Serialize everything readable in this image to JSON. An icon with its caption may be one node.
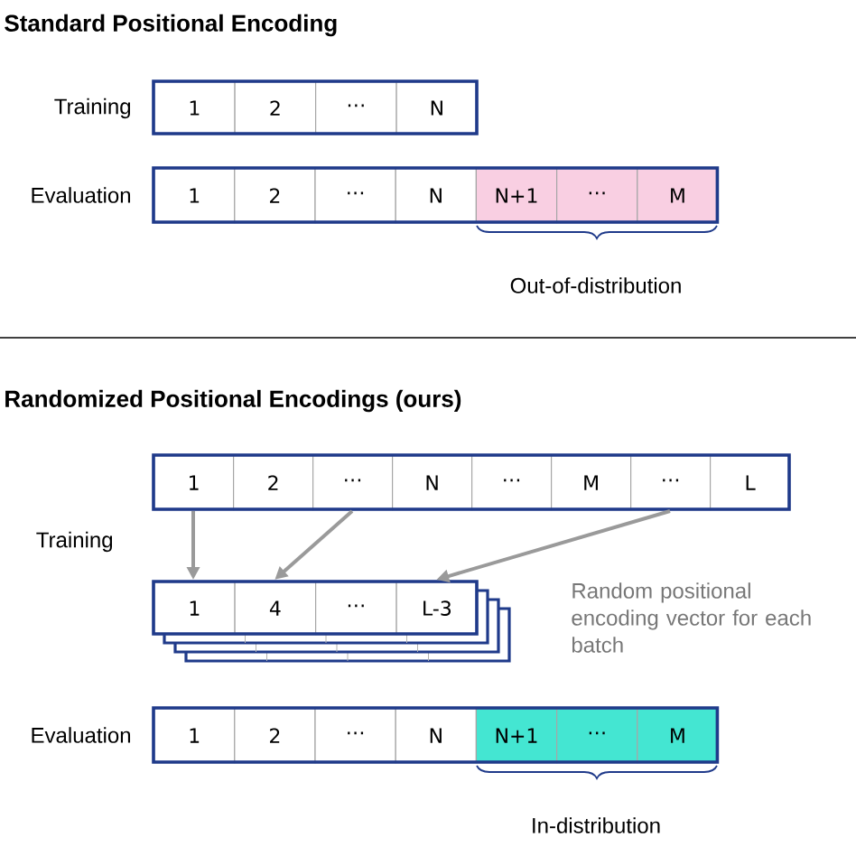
{
  "diagram": {
    "nodes": [
      {
        "text": [
          "1"
        ]
      },
      {
        "text": [
          "2"
        ]
      },
      {
        "text": [
          "⋯"
        ]
      },
      {
        "text": [
          "N"
        ]
      },
      {
        "text": [
          "1"
        ]
      },
      {
        "text": [
          "2"
        ]
      },
      {
        "text": [
          "⋯"
        ]
      },
      {
        "text": [
          "N"
        ]
      },
      {
        "text": [
          "N+1"
        ]
      },
      {
        "text": [
          "⋯"
        ]
      },
      {
        "text": [
          "M"
        ]
      },
      {
        "text": [
          "1"
        ]
      },
      {
        "text": [
          "2"
        ]
      },
      {
        "text": [
          "⋯"
        ]
      },
      {
        "text": [
          "N"
        ]
      },
      {
        "text": [
          "⋯"
        ]
      },
      {
        "text": [
          "M"
        ]
      },
      {
        "text": [
          "⋯"
        ]
      },
      {
        "text": [
          "L"
        ]
      },
      {
        "text": [
          "1"
        ]
      },
      {
        "text": [
          "4"
        ]
      },
      {
        "text": [
          "⋯"
        ]
      },
      {
        "text": [
          "L-3"
        ]
      },
      {
        "text": [
          "1"
        ]
      },
      {
        "text": [
          "2"
        ]
      },
      {
        "text": [
          "⋯"
        ]
      },
      {
        "text": [
          "N"
        ]
      },
      {
        "text": [
          "N+1"
        ]
      },
      {
        "text": [
          "⋯"
        ]
      },
      {
        "text": [
          "M"
        ]
      }
    ],
    "edges": [
      {
        "from": 11,
        "to": 19,
        "arrow": "to"
      },
      {
        "from": 13,
        "to": 20,
        "arrow": "to"
      },
      {
        "from": 17,
        "to": 22,
        "arrow": "to"
      }
    ],
    "labels": [
      "Standard Positional Encoding",
      "Training",
      "Evaluation",
      "Out-of-distribution",
      "Randomized Positional Encodings (ours)",
      "Training",
      "Random positional encoding vector for each batch",
      "Evaluation",
      "In-distribution"
    ]
  }
}
